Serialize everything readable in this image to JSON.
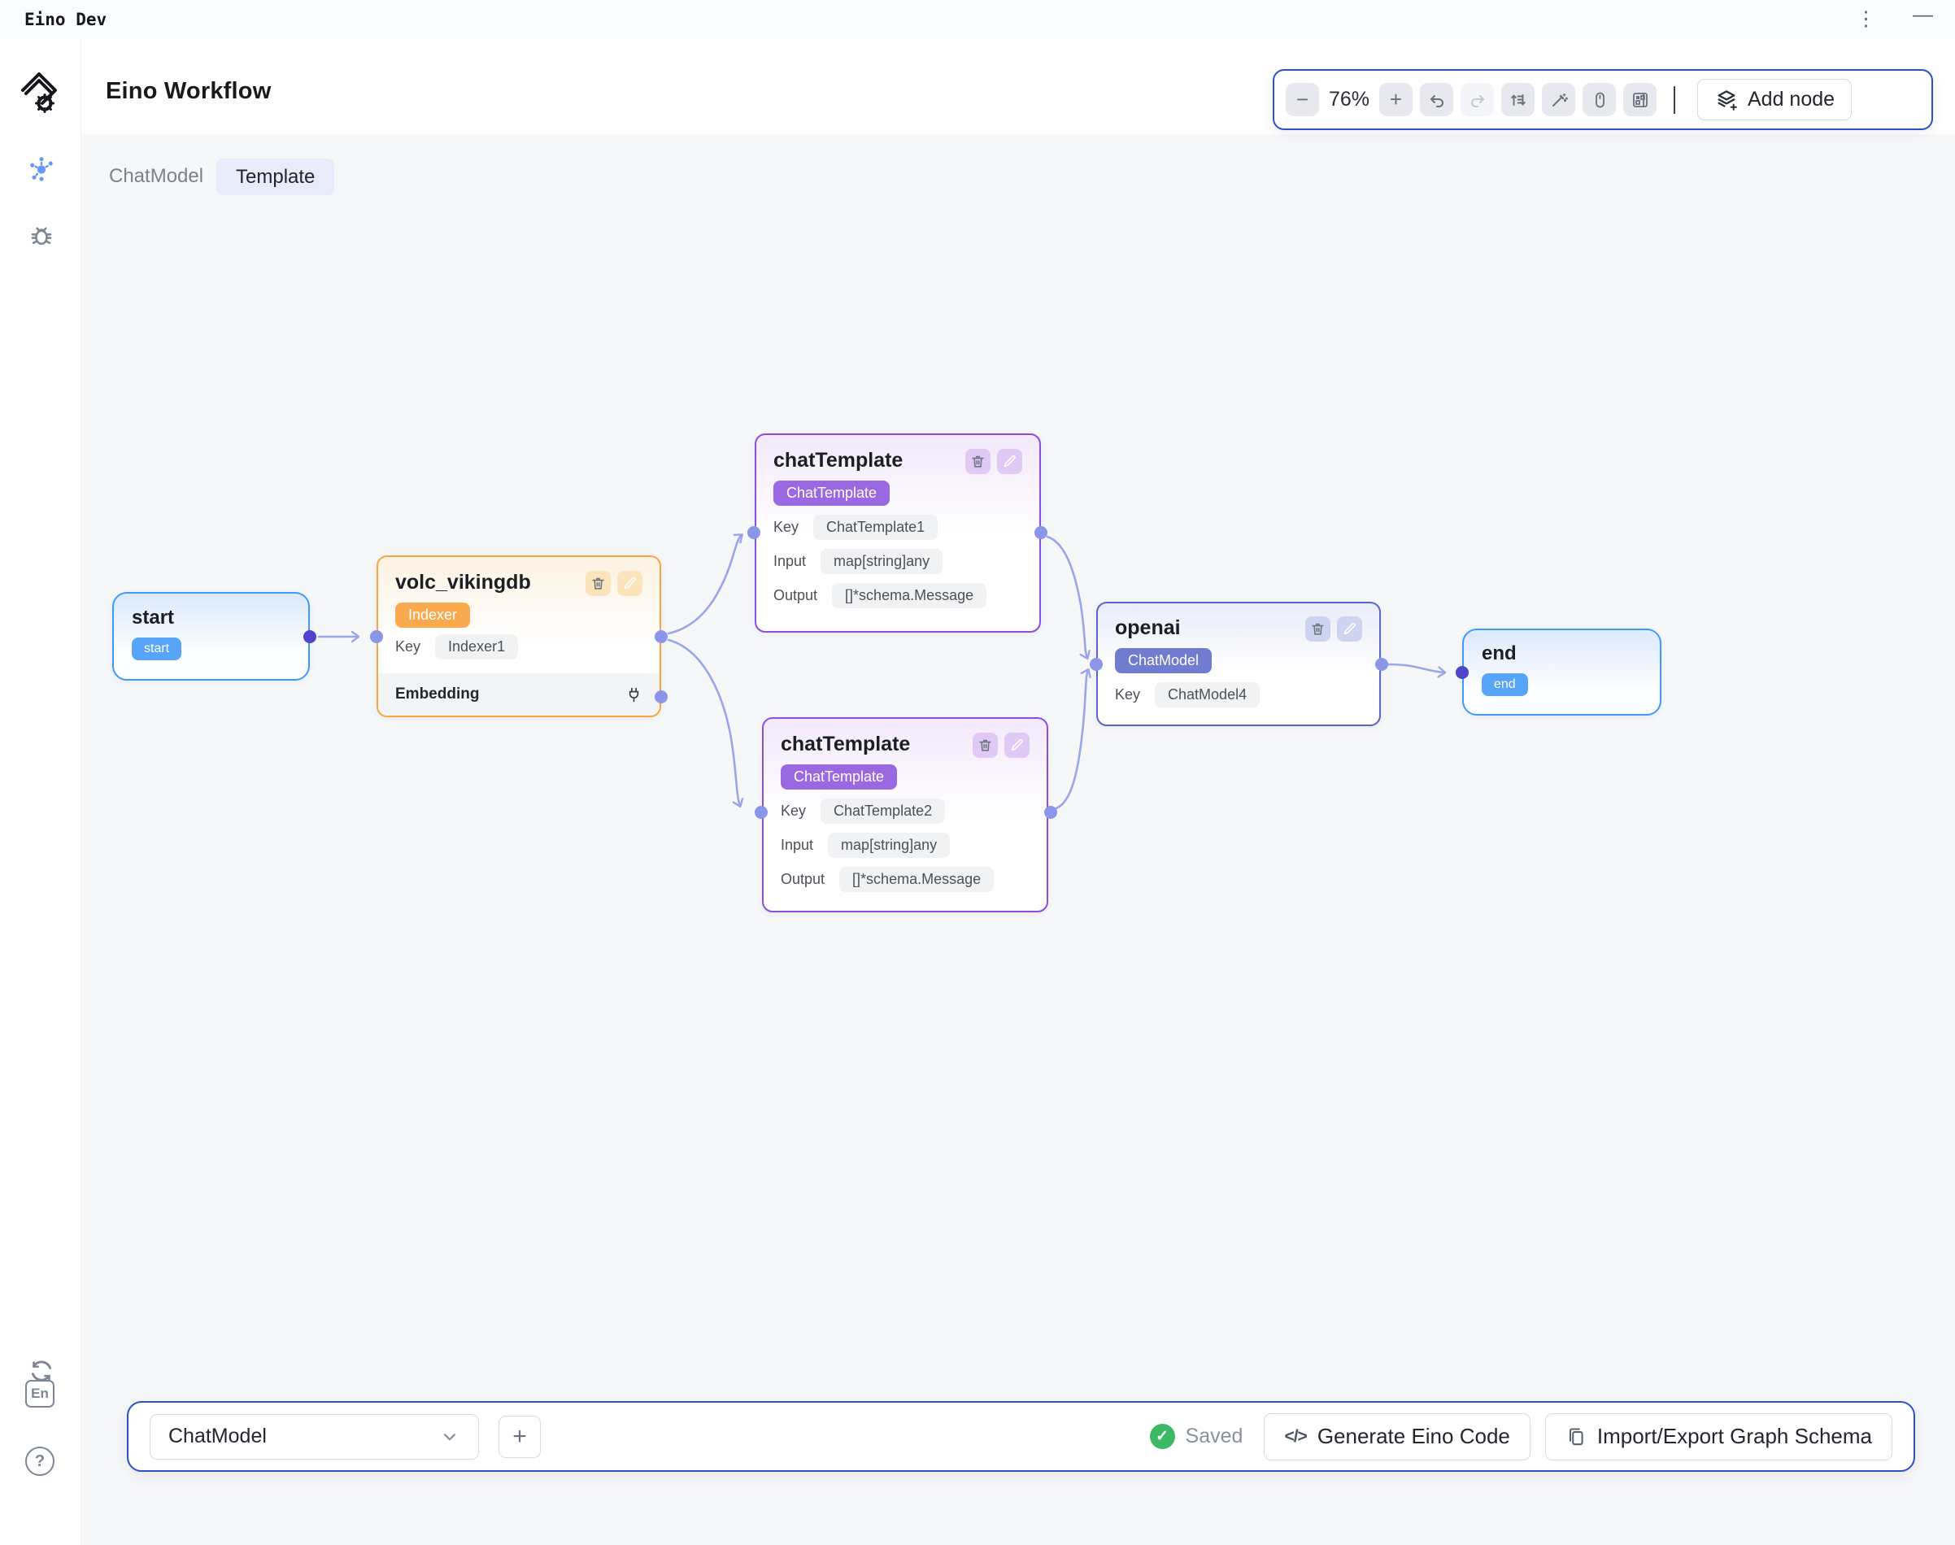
{
  "window": {
    "app_title": "Eino Dev",
    "menu_icon": "⋮",
    "minimize_icon": "—"
  },
  "header": {
    "title": "Eino Workflow"
  },
  "tabs": {
    "chatmodel": "ChatModel",
    "template": "Template"
  },
  "toolbar": {
    "zoom": "76%",
    "add_node": "Add node"
  },
  "icons": {
    "minus": "−",
    "plus": "+",
    "code": "</>",
    "question": "?"
  },
  "sidebar": {
    "lang": "En"
  },
  "nodes": {
    "start": {
      "title": "start",
      "badge": "start"
    },
    "volc": {
      "title": "volc_vikingdb",
      "badge": "Indexer",
      "key_label": "Key",
      "key_value": "Indexer1",
      "section": "Embedding"
    },
    "ct1": {
      "title": "chatTemplate",
      "badge": "ChatTemplate",
      "key_label": "Key",
      "key_value": "ChatTemplate1",
      "input_label": "Input",
      "input_value": "map[string]any",
      "output_label": "Output",
      "output_value": "[]*schema.Message"
    },
    "ct2": {
      "title": "chatTemplate",
      "badge": "ChatTemplate",
      "key_label": "Key",
      "key_value": "ChatTemplate2",
      "input_label": "Input",
      "input_value": "map[string]any",
      "output_label": "Output",
      "output_value": "[]*schema.Message"
    },
    "openai": {
      "title": "openai",
      "badge": "ChatModel",
      "key_label": "Key",
      "key_value": "ChatModel4"
    },
    "end": {
      "title": "end",
      "badge": "end"
    }
  },
  "edges": [
    {
      "from": "start",
      "to": "volc_vikingdb"
    },
    {
      "from": "volc_vikingdb",
      "to": "chatTemplate1"
    },
    {
      "from": "volc_vikingdb",
      "to": "chatTemplate2"
    },
    {
      "from": "chatTemplate1",
      "to": "openai"
    },
    {
      "from": "chatTemplate2",
      "to": "openai"
    },
    {
      "from": "openai",
      "to": "end"
    }
  ],
  "bottom": {
    "model_select": "ChatModel",
    "status": "Saved",
    "generate": "Generate Eino Code",
    "import_export": "Import/Export Graph Schema"
  },
  "colors": {
    "accent_blue": "#2b50c8",
    "node_blue": "#3d9afc",
    "node_orange": "#f9a440",
    "node_purple": "#8a4fdc",
    "node_indigo": "#5766c9",
    "edge": "#9ba6e8",
    "port_dark": "#5044cf",
    "port_light": "#8c96e8",
    "saved_green": "#3cb963"
  }
}
